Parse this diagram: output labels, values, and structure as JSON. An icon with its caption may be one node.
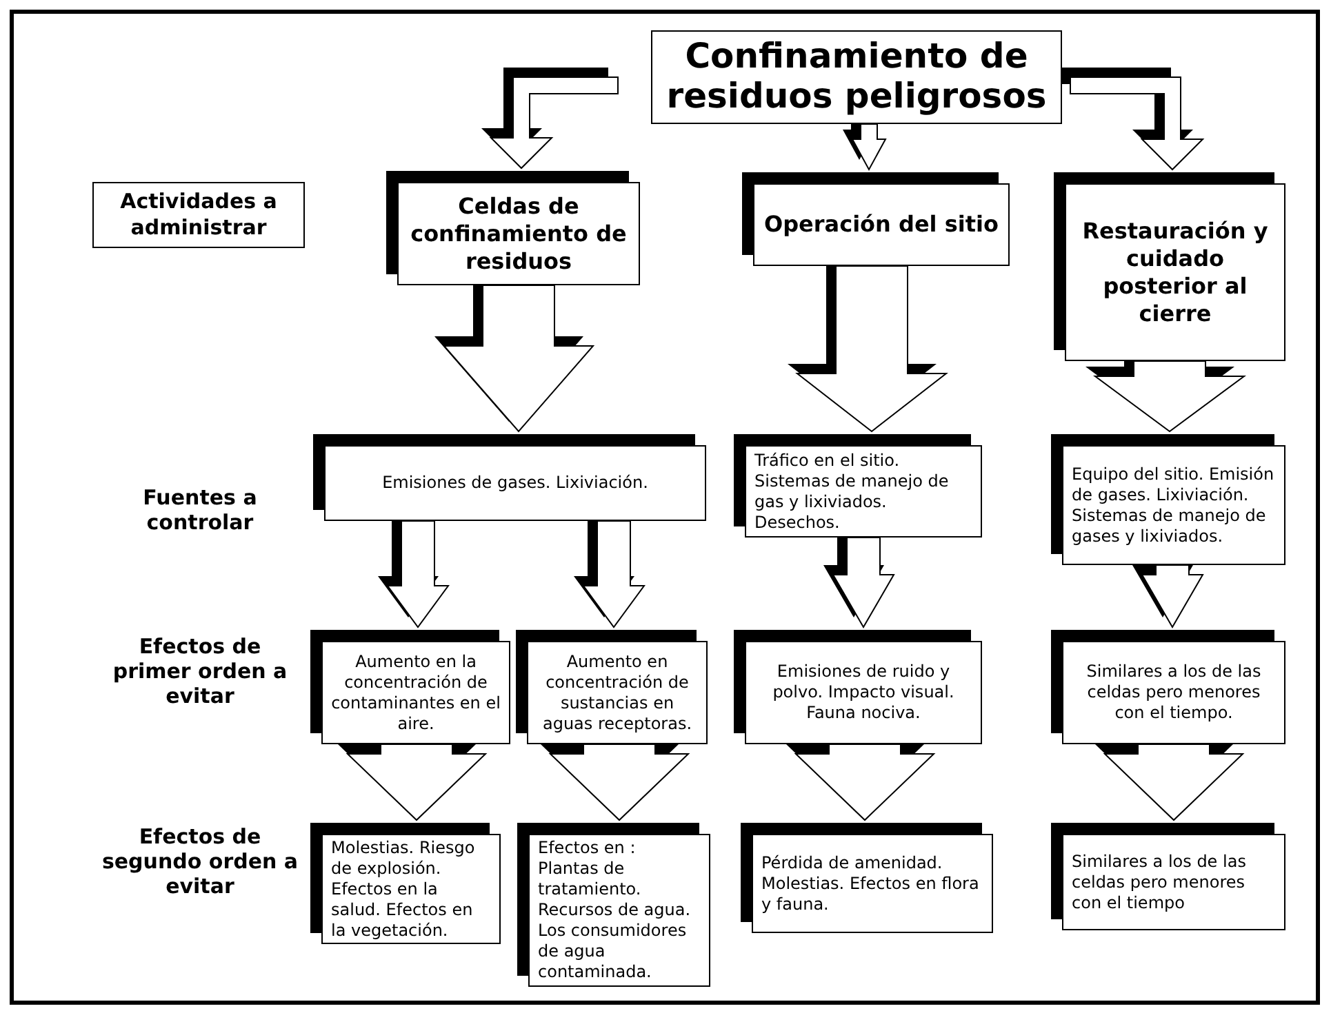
{
  "diagram": {
    "nodes": [
      {
        "text": [
          "Confinamiento de residuos peligrosos"
        ]
      },
      {
        "text": [
          "Actividades a administrar"
        ]
      },
      {
        "text": [
          "Celdas de confinamiento de residuos"
        ]
      },
      {
        "text": [
          "Operación del sitio"
        ]
      },
      {
        "text": [
          "Restauración y cuidado posterior al cierre"
        ]
      },
      {
        "text": [
          "Emisiones de gases. Lixiviación."
        ]
      },
      {
        "text": [
          "Tráfico en el sitio. Sistemas de manejo de gas y lixiviados. Desechos."
        ]
      },
      {
        "text": [
          "Equipo del sitio. Emisión de gases. Lixiviación. Sistemas de manejo de gases y lixiviados."
        ]
      },
      {
        "text": [
          "Aumento en la concentración de contaminantes en el aire."
        ]
      },
      {
        "text": [
          "Aumento en concentración de sustancias en aguas receptoras."
        ]
      },
      {
        "text": [
          "Emisiones de ruido y polvo. Impacto visual. Fauna nociva."
        ]
      },
      {
        "text": [
          "Similares a los de las celdas pero menores con el tiempo."
        ]
      },
      {
        "text": [
          "Molestias. Riesgo de explosión. Efectos en la salud. Efectos en la vegetación."
        ]
      },
      {
        "text": [
          "Efectos en : Plantas de tratamiento. Recursos de agua. Los consumidores de agua contaminada."
        ]
      },
      {
        "text": [
          "Pérdida de amenidad. Molestias. Efectos en flora y fauna."
        ]
      },
      {
        "text": [
          "Similares a los de las celdas pero menores con el tiempo"
        ]
      }
    ],
    "edges": [
      {
        "from": 0,
        "to": 2,
        "arrow": "to"
      },
      {
        "from": 0,
        "to": 3,
        "arrow": "to"
      },
      {
        "from": 0,
        "to": 4,
        "arrow": "to"
      },
      {
        "from": 2,
        "to": 5,
        "arrow": "to"
      },
      {
        "from": 3,
        "to": 6,
        "arrow": "to"
      },
      {
        "from": 4,
        "to": 7,
        "arrow": "to"
      },
      {
        "from": 5,
        "to": 8,
        "arrow": "to"
      },
      {
        "from": 5,
        "to": 9,
        "arrow": "to"
      },
      {
        "from": 6,
        "to": 10,
        "arrow": "to"
      },
      {
        "from": 7,
        "to": 11,
        "arrow": "to"
      },
      {
        "from": 8,
        "to": 12,
        "arrow": "to"
      },
      {
        "from": 9,
        "to": 13,
        "arrow": "to"
      },
      {
        "from": 10,
        "to": 14,
        "arrow": "to"
      },
      {
        "from": 11,
        "to": 15,
        "arrow": "to"
      }
    ],
    "labels": [
      "Fuentes a controlar",
      "Efectos de primer orden a evitar",
      "Efectos de segundo orden a evitar"
    ]
  }
}
